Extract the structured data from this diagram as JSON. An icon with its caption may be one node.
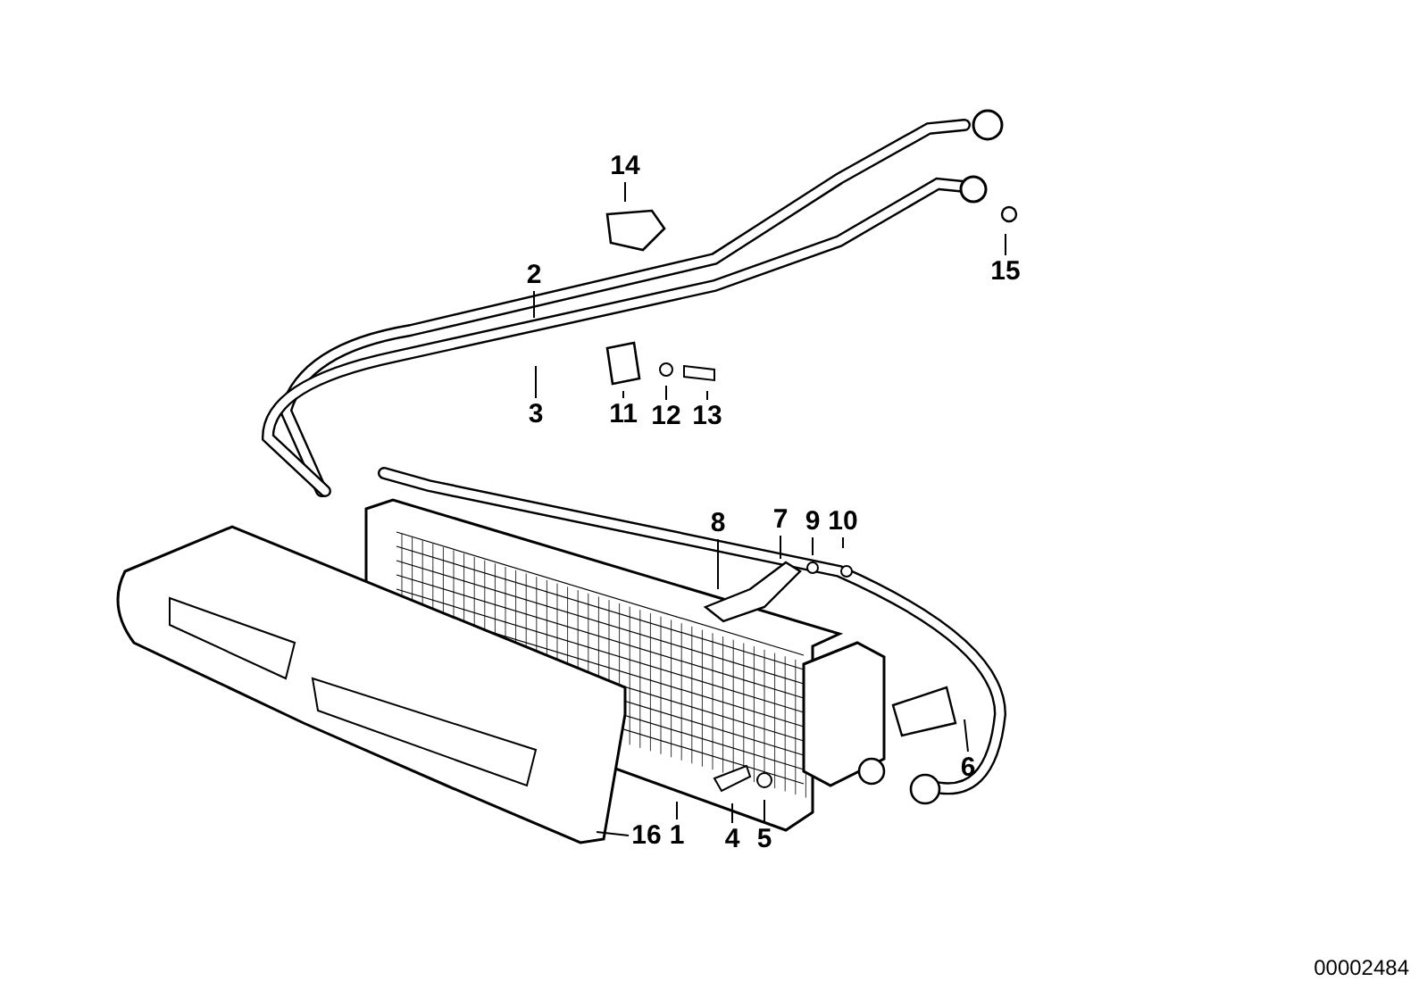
{
  "diagram": {
    "nodes": [
      {
        "text": [
          "14"
        ]
      },
      {
        "text": [
          "2"
        ]
      },
      {
        "text": [
          "15"
        ]
      },
      {
        "text": [
          "3"
        ]
      },
      {
        "text": [
          "11"
        ]
      },
      {
        "text": [
          "12"
        ]
      },
      {
        "text": [
          "13"
        ]
      },
      {
        "text": [
          "8"
        ]
      },
      {
        "text": [
          "7"
        ]
      },
      {
        "text": [
          "9"
        ]
      },
      {
        "text": [
          "10"
        ]
      },
      {
        "text": [
          "6"
        ]
      },
      {
        "text": [
          "16"
        ]
      },
      {
        "text": [
          "1"
        ]
      },
      {
        "text": [
          "4"
        ]
      },
      {
        "text": [
          "5"
        ]
      }
    ],
    "edges": [
      {
        "from": 0,
        "to": null,
        "arrow": "none"
      },
      {
        "from": 1,
        "to": null,
        "arrow": "none"
      },
      {
        "from": 2,
        "to": null,
        "arrow": "none"
      },
      {
        "from": 3,
        "to": null,
        "arrow": "none"
      },
      {
        "from": 4,
        "to": null,
        "arrow": "none"
      },
      {
        "from": 5,
        "to": null,
        "arrow": "none"
      },
      {
        "from": 6,
        "to": null,
        "arrow": "none"
      },
      {
        "from": 7,
        "to": null,
        "arrow": "none"
      },
      {
        "from": 8,
        "to": null,
        "arrow": "none"
      },
      {
        "from": 9,
        "to": null,
        "arrow": "none"
      },
      {
        "from": 10,
        "to": null,
        "arrow": "none"
      },
      {
        "from": 11,
        "to": null,
        "arrow": "none"
      },
      {
        "from": 12,
        "to": null,
        "arrow": "none"
      },
      {
        "from": 13,
        "to": null,
        "arrow": "none"
      },
      {
        "from": 14,
        "to": null,
        "arrow": "none"
      },
      {
        "from": 15,
        "to": null,
        "arrow": "none"
      }
    ],
    "labels": [
      "00002484"
    ]
  }
}
